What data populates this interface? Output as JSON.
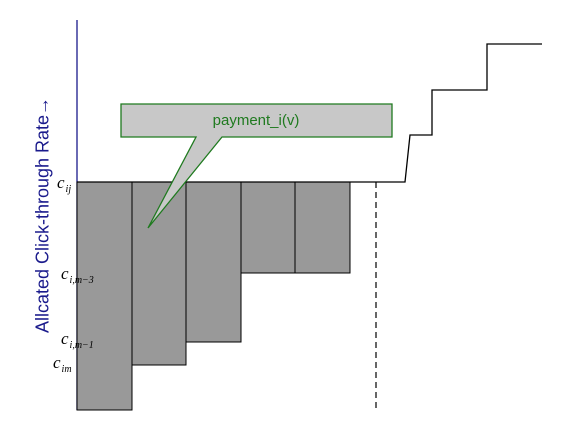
{
  "axis": {
    "ylabel": "Allcated Click-through Rate→",
    "color": "#1a1a8c"
  },
  "callout": {
    "text": "payment_i(v)",
    "fill": "#c8c8c8",
    "stroke": "#1f7a1f"
  },
  "labels": [
    {
      "main": "c",
      "sub": "ij"
    },
    {
      "main": "c",
      "sub": "i,m−3"
    },
    {
      "main": "c",
      "sub": "i,m−1"
    },
    {
      "main": "c",
      "sub": "im"
    }
  ],
  "colors": {
    "bar_fill": "#999999",
    "bar_stroke": "#000000",
    "line": "#000000"
  }
}
